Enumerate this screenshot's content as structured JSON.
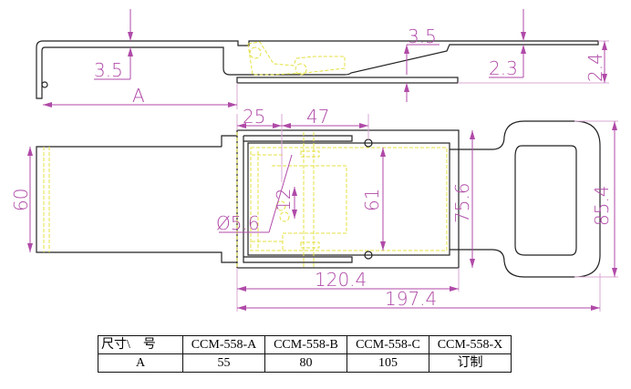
{
  "colors": {
    "outline": "#222222",
    "dimension": "#b04aa8",
    "hidden": "#e4e040"
  },
  "side_view": {
    "dims": {
      "left_thickness": "3.5",
      "length_label": "A",
      "mid_gap": "3.5",
      "right_thickness": "2.3",
      "right_height": "2.4"
    }
  },
  "top_view": {
    "dims": {
      "strap_width": "60",
      "offset_25": "25",
      "offset_47": "47",
      "hole_dia": "Ø5.6",
      "hole_spacing": "12",
      "inner_width": "61",
      "base_width": "75.6",
      "handle_height": "85.4",
      "base_length": "120.4",
      "total_length": "197.4"
    }
  },
  "table": {
    "header": [
      "尺寸\\　号",
      "CCM-558-A",
      "CCM-558-B",
      "CCM-558-C",
      "CCM-558-X"
    ],
    "row": [
      "A",
      "55",
      "80",
      "105",
      "订制"
    ]
  }
}
